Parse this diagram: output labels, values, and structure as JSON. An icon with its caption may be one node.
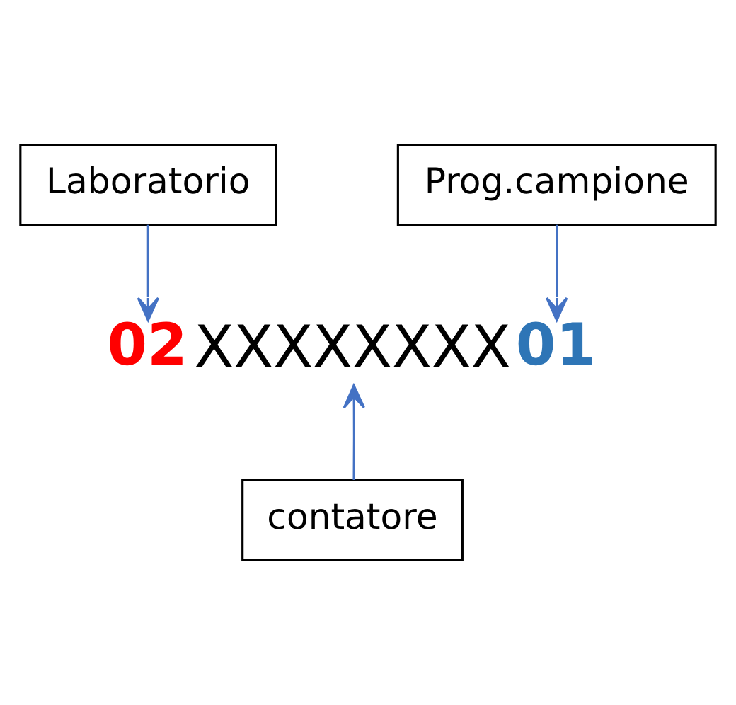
{
  "diagram": {
    "nodes": [
      {
        "text": [
          "Laboratorio"
        ]
      },
      {
        "text": [
          "Prog.campione"
        ]
      },
      {
        "text": [
          "contatore"
        ]
      },
      {
        "text": [
          "02"
        ]
      },
      {
        "text": [
          "XXXXXXXX"
        ]
      },
      {
        "text": [
          "01"
        ]
      }
    ],
    "edges": [
      {
        "from": 0,
        "to": 3,
        "arrow": "to"
      },
      {
        "from": 1,
        "to": 5,
        "arrow": "to"
      },
      {
        "from": 2,
        "to": 4,
        "arrow": "to"
      }
    ]
  }
}
